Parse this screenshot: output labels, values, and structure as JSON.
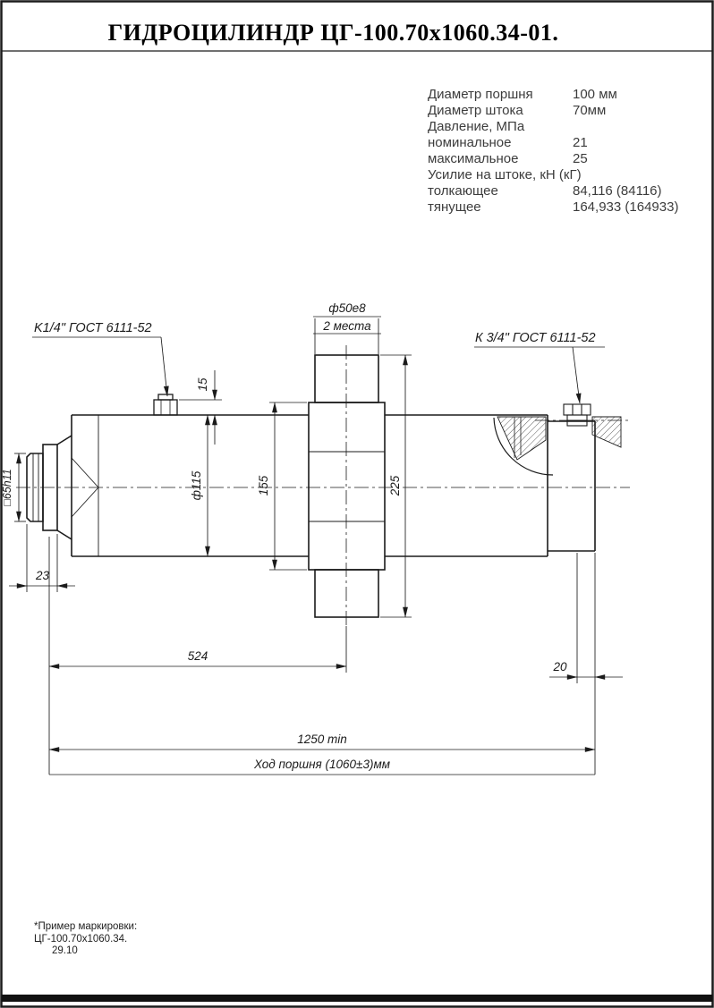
{
  "title": "ГИДРОЦИЛИНДР ЦГ-100.70х1060.34-01.",
  "specs": {
    "rows": [
      {
        "label": "Диаметр поршня",
        "value": "100 мм"
      },
      {
        "label": "Диаметр штока",
        "value": "70мм"
      },
      {
        "label": "Давление, МПа",
        "value": ""
      },
      {
        "label": "номинальное",
        "value": "21"
      },
      {
        "label": "максимальное",
        "value": "25"
      },
      {
        "label": "Усилие на штоке, кН (кГ)",
        "value": ""
      },
      {
        "label": "толкающее",
        "value": "84,116 (84116)"
      },
      {
        "label": "тянущее",
        "value": "164,933 (164933)"
      }
    ]
  },
  "drawing": {
    "labels": {
      "port_left": "K1/4\" ГОСТ 6111-52",
      "port_right": "К 3/4\" ГОСТ 6111-52",
      "trunnion_dia": "ф50е8",
      "trunnion_places": "2 места",
      "square_end": "□65h11"
    },
    "dimensions": {
      "port_offset": "15",
      "body_dia": "ф115",
      "trunnion_base": "155",
      "trunnion_span": "225",
      "square_len": "23",
      "to_trunnion": "524",
      "rod_end": "20",
      "overall": "1250 min",
      "stroke": "Ход поршня (1060±3)мм"
    }
  },
  "note": {
    "line1": "*Пример маркировки:",
    "line2": "ЦГ-100.70х1060.34.",
    "line3": "29.10"
  }
}
